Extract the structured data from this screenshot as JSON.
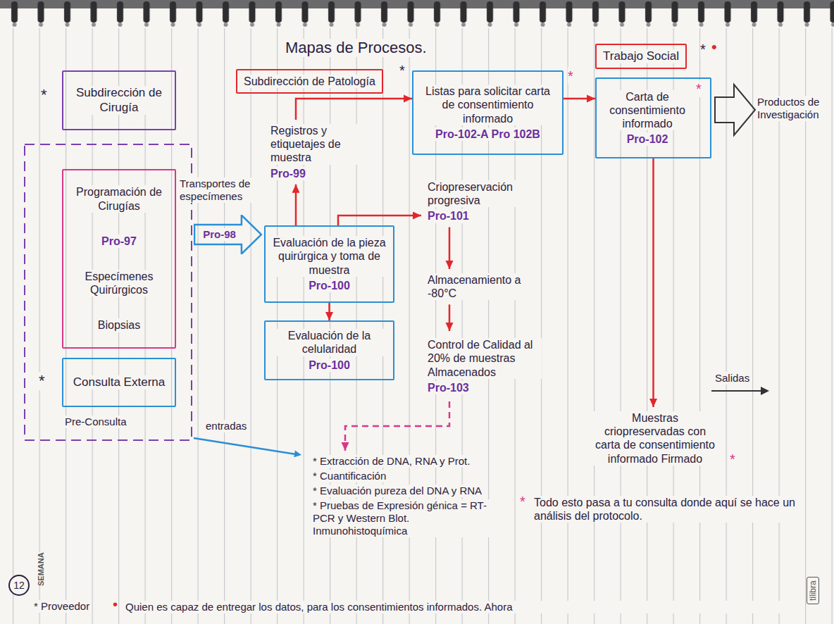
{
  "diagram": {
    "title": "Mapas de Procesos.",
    "nodes": [
      {
        "text": [
          "Subdirección de Cirugía"
        ]
      },
      {
        "text": [
          "Programación de Cirugías",
          "Pro-97",
          "Especímenes Quirúrgicos",
          "Biopsias"
        ]
      },
      {
        "text": [
          "Consulta Externa"
        ]
      },
      {
        "text": [
          "Pro-98"
        ]
      },
      {
        "text": [
          "Subdirección de Patología"
        ]
      },
      {
        "text": [
          "Registros y etiquetajes de muestra",
          "Pro-99"
        ]
      },
      {
        "text": [
          "Evaluación de la pieza quirúrgica y toma de muestra",
          "Pro-100"
        ]
      },
      {
        "text": [
          "Evaluación de la celularidad",
          "Pro-100"
        ]
      },
      {
        "text": [
          "Listas para solicitar carta de consentimiento informado",
          "Pro-102-A Pro 102B"
        ]
      },
      {
        "text": [
          "Criopreservación progresiva",
          "Pro-101"
        ]
      },
      {
        "text": [
          "Almacenamiento a -80°C"
        ]
      },
      {
        "text": [
          "Control de Calidad al 20% de muestras Almacenados",
          "Pro-103"
        ]
      },
      {
        "text": [
          "* Extracción de DNA, RNA y Prot.",
          "* Cuantificación",
          "* Evaluación pureza del DNA y RNA",
          "* Pruebas de Expresión génica = RT-PCR y Western Blot. Inmunohistoquímica"
        ]
      },
      {
        "text": [
          "Trabajo Social"
        ]
      },
      {
        "text": [
          "Carta de consentimiento informado",
          "Pro-102"
        ]
      },
      {
        "text": [
          "Muestras criopreservadas con carta de consentimiento informado Firmado"
        ]
      }
    ],
    "edges": [
      {
        "from": 6,
        "to": 5,
        "arrow": "to"
      },
      {
        "from": 5,
        "to": 8,
        "arrow": "to"
      },
      {
        "from": 6,
        "to": 9,
        "arrow": "to"
      },
      {
        "from": 6,
        "to": 7,
        "arrow": "to"
      },
      {
        "from": 8,
        "to": 14,
        "arrow": "to"
      },
      {
        "from": 9,
        "to": 10,
        "arrow": "to"
      },
      {
        "from": 10,
        "to": 11,
        "arrow": "to"
      },
      {
        "from": 11,
        "to": 12,
        "arrow": "to"
      },
      {
        "from": 14,
        "to": 15,
        "arrow": "to"
      }
    ],
    "labels": [
      "*",
      "*",
      "*",
      "•",
      "*",
      "*",
      "*",
      "Pre-Consulta",
      "Transportes de especímenes",
      "Productos de Investigación",
      "entradas",
      "Salidas",
      "*",
      "*",
      "Todo esto pasa a tu consulta donde aquí se hace un análisis del protocolo.",
      "12",
      "SEMANA",
      "* Proveedor",
      "•",
      "Quien es capaz de entregar los datos, para los consentimientos informados. Ahora",
      "tilibra"
    ]
  }
}
